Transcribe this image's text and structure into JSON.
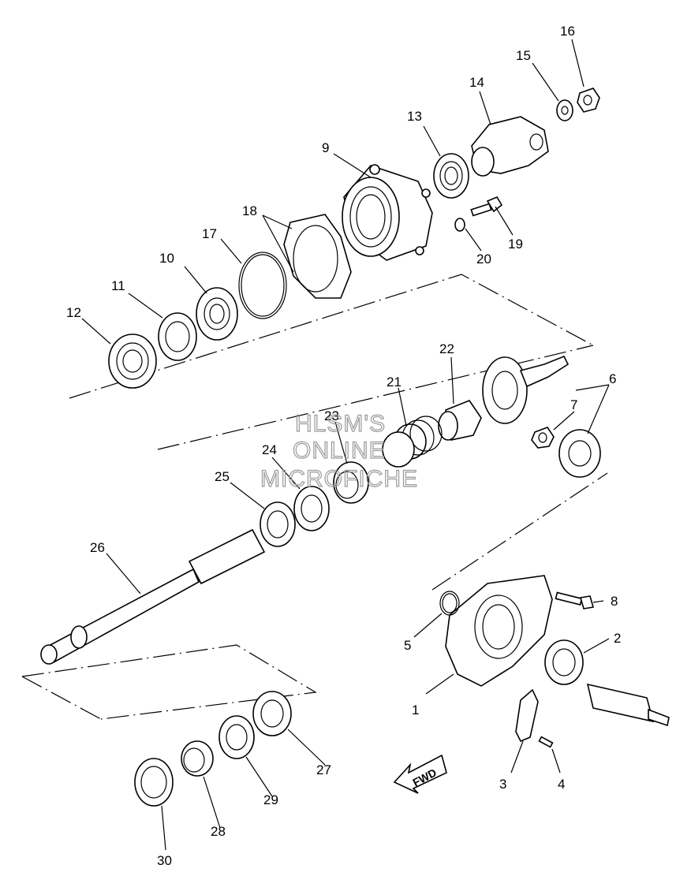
{
  "callouts": [
    "1",
    "2",
    "3",
    "4",
    "5",
    "6",
    "7",
    "8",
    "9",
    "10",
    "11",
    "12",
    "13",
    "14",
    "15",
    "16",
    "17",
    "18",
    "19",
    "20",
    "21",
    "22",
    "23",
    "24",
    "25",
    "26",
    "27",
    "28",
    "29",
    "30"
  ],
  "watermark": [
    "HLSM'S",
    "ONLINE",
    "MICROFICHE"
  ],
  "fwd_label": "FWD",
  "colors": {
    "line": "#000000",
    "watermark": "#9a9a9a",
    "background": "#ffffff"
  }
}
